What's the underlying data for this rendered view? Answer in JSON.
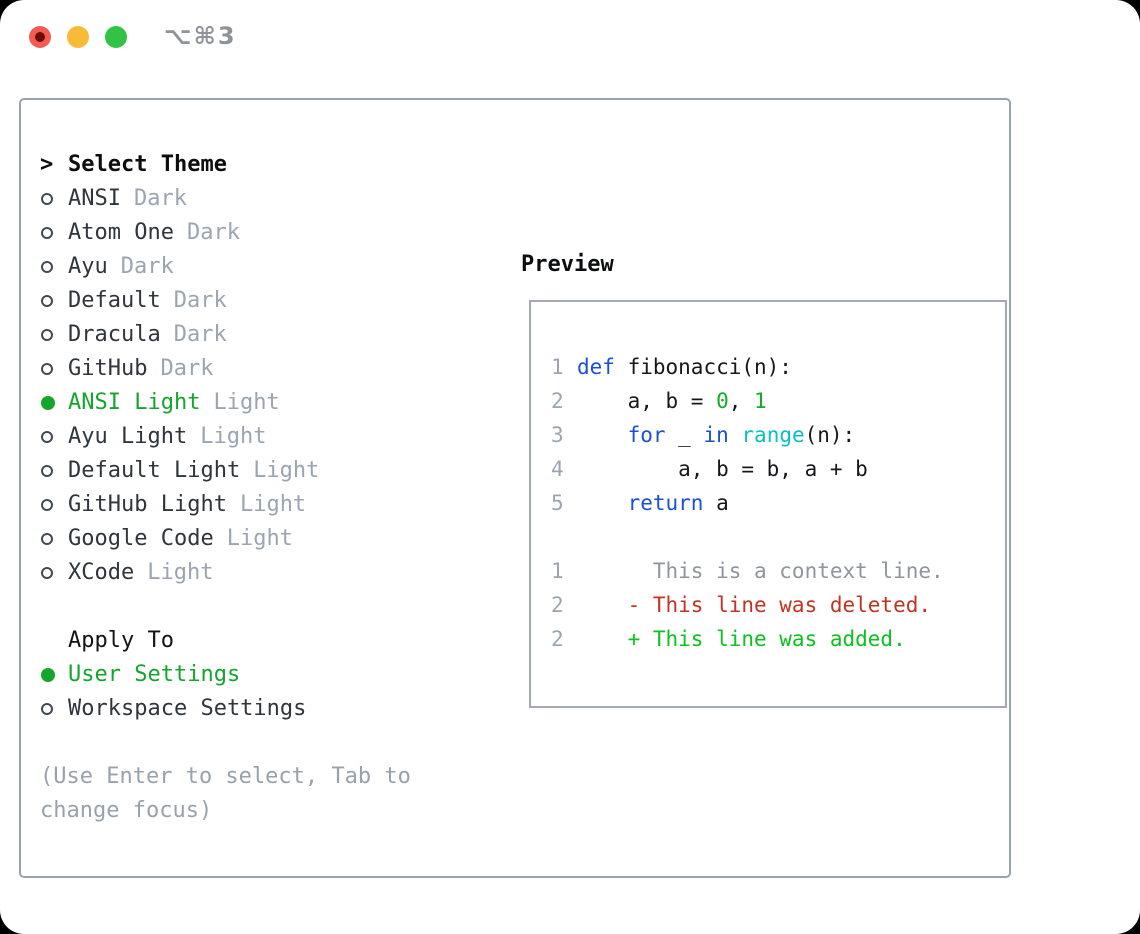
{
  "titlebar": {
    "title": "⌥⌘3"
  },
  "colors": {
    "selected_green": "#15a52f",
    "keyword_blue": "#1c4fd8",
    "builtin_cyan": "#0abfc5",
    "number_green": "#12ad28",
    "deleted_red": "#c23321",
    "added_green": "#0cc120",
    "context_gray": "#8d959f",
    "muted_gray": "#9aa5b1"
  },
  "theme_list": {
    "prompt": ">",
    "title": "Select Theme",
    "items": [
      {
        "name": "ANSI",
        "variant": "Dark",
        "selected": false
      },
      {
        "name": "Atom One",
        "variant": "Dark",
        "selected": false
      },
      {
        "name": "Ayu",
        "variant": "Dark",
        "selected": false
      },
      {
        "name": "Default",
        "variant": "Dark",
        "selected": false
      },
      {
        "name": "Dracula",
        "variant": "Dark",
        "selected": false
      },
      {
        "name": "GitHub",
        "variant": "Dark",
        "selected": false
      },
      {
        "name": "ANSI Light",
        "variant": "Light",
        "selected": true
      },
      {
        "name": "Ayu Light",
        "variant": "Light",
        "selected": false
      },
      {
        "name": "Default Light",
        "variant": "Light",
        "selected": false
      },
      {
        "name": "GitHub Light",
        "variant": "Light",
        "selected": false
      },
      {
        "name": "Google Code",
        "variant": "Light",
        "selected": false
      },
      {
        "name": "XCode",
        "variant": "Light",
        "selected": false
      }
    ]
  },
  "apply_to": {
    "title": "Apply To",
    "options": [
      {
        "label": "User Settings",
        "selected": true
      },
      {
        "label": "Workspace Settings",
        "selected": false
      }
    ]
  },
  "hint": {
    "line1": "(Use Enter to select, Tab to",
    "line2": "change focus)"
  },
  "preview": {
    "title": "Preview",
    "code": {
      "lines": [
        {
          "num": "1",
          "segs": [
            {
              "text": "def",
              "type": "keyword"
            },
            {
              "text": " fibonacci(n):",
              "type": "plain"
            }
          ]
        },
        {
          "num": "2",
          "segs": [
            {
              "text": "    a, b = ",
              "type": "plain"
            },
            {
              "text": "0",
              "type": "number"
            },
            {
              "text": ", ",
              "type": "plain"
            },
            {
              "text": "1",
              "type": "number"
            }
          ]
        },
        {
          "num": "3",
          "segs": [
            {
              "text": "    ",
              "type": "plain"
            },
            {
              "text": "for",
              "type": "keyword"
            },
            {
              "text": " _ ",
              "type": "plain"
            },
            {
              "text": "in",
              "type": "keyword"
            },
            {
              "text": " ",
              "type": "plain"
            },
            {
              "text": "range",
              "type": "builtin"
            },
            {
              "text": "(n):",
              "type": "plain"
            }
          ]
        },
        {
          "num": "4",
          "segs": [
            {
              "text": "        a, b = b, a + b",
              "type": "plain"
            }
          ]
        },
        {
          "num": "5",
          "segs": [
            {
              "text": "    ",
              "type": "plain"
            },
            {
              "text": "return",
              "type": "keyword"
            },
            {
              "text": " a",
              "type": "plain"
            }
          ]
        },
        {
          "num": "",
          "segs": []
        },
        {
          "num": "1",
          "segs": [
            {
              "text": "      This is a context line.",
              "type": "context"
            }
          ]
        },
        {
          "num": "2",
          "segs": [
            {
              "text": "    - This line was deleted.",
              "type": "deleted"
            }
          ]
        },
        {
          "num": "2",
          "segs": [
            {
              "text": "    + This line was added.",
              "type": "added"
            }
          ]
        }
      ]
    }
  }
}
